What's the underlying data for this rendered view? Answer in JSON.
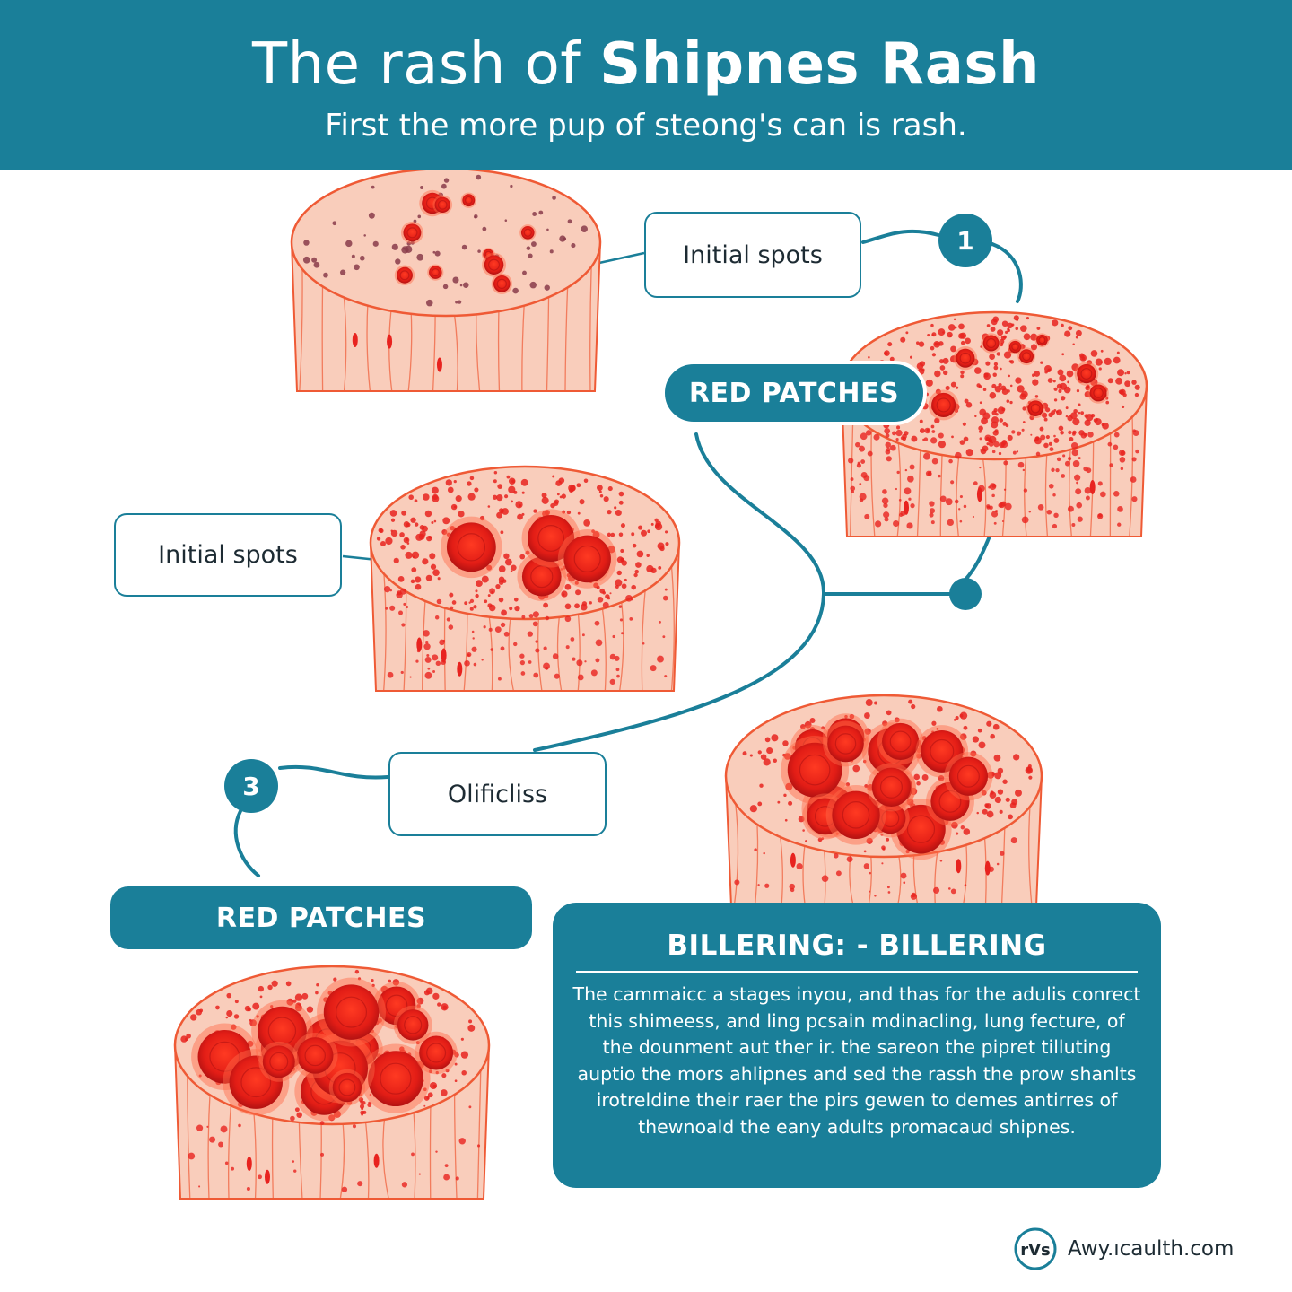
{
  "header": {
    "title_regular": "The rash of ",
    "title_bold": "Shipnes Rash",
    "subtitle": "First the more pup of steong's can is rash."
  },
  "callouts": {
    "top_label": "Initial spots",
    "mid_label": "Initial spots",
    "lower_label": "Olificliss"
  },
  "banners": {
    "upper": "RED PATCHES",
    "lower": "RED PATCHES"
  },
  "badges": {
    "one": "1",
    "three": "3"
  },
  "info": {
    "title": "BILLERING: - BILLERING",
    "body": "The cammaicc a stages inyou, and thas for the adulis conrect this shimeess, and ling pcsain mdinacling, lung fecture, of the dounment aut ther ir. the sareon the pipret tilluting auptio the mors ahlipnes and sed the rassh the prow shanlts irotreldine their raer the pirs gewen to demes antirres of thewnoald the eany adults promacaud shipnes."
  },
  "footer": {
    "logo_mark": "rVs",
    "site": "Awy.ıcaulth.com"
  },
  "colors": {
    "accent": "#1a7f99",
    "skin": "#f9cdbb",
    "skin_edge": "#ef5a35",
    "rash": "#e8231f"
  }
}
